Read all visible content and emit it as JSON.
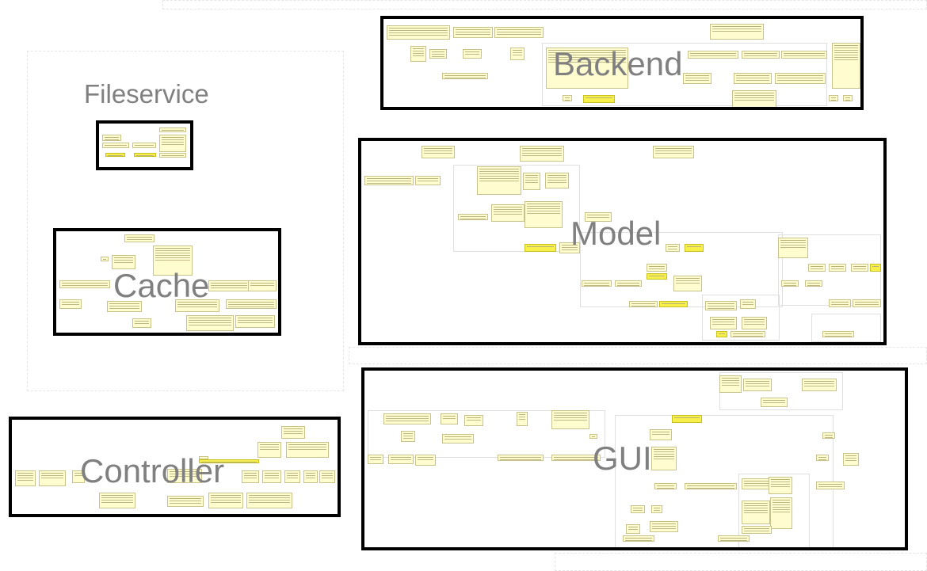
{
  "packages": {
    "fileservice": {
      "label": "Fileservice"
    },
    "backend": {
      "label": "Backend"
    },
    "model": {
      "label": "Model"
    },
    "cache": {
      "label": "Cache"
    },
    "controller": {
      "label": "Controller"
    },
    "gui": {
      "label": "GUI"
    }
  },
  "colors": {
    "frame": "#000000",
    "label": "#808080",
    "class_fill": "#fffdd0",
    "class_highlight": "#f7f04a",
    "class_border": "#c9c28a"
  }
}
